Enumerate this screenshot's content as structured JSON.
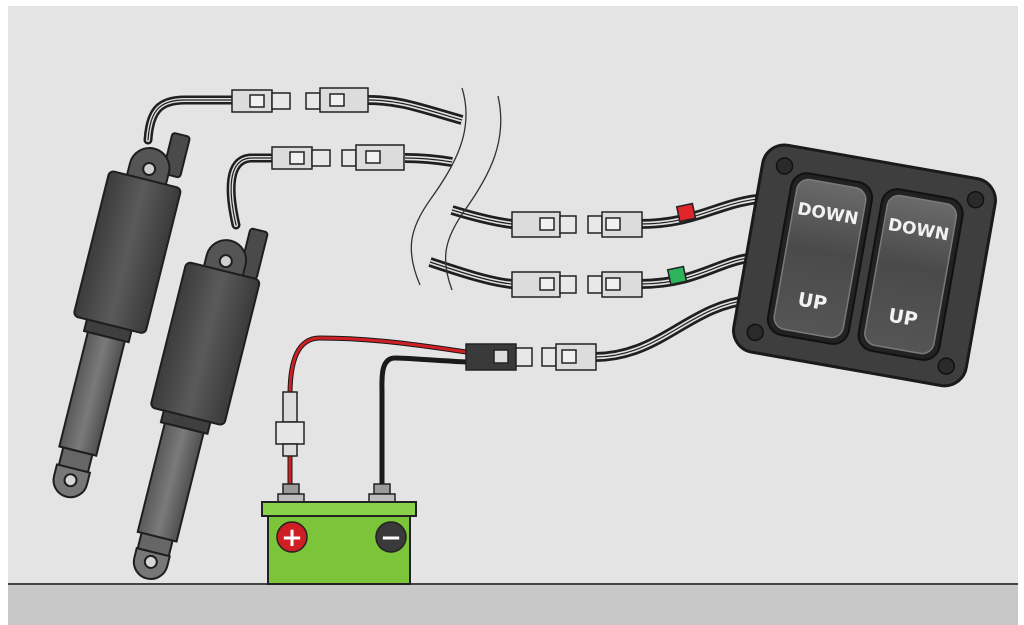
{
  "switch_panel": {
    "rockers": [
      {
        "top_label": "DOWN",
        "bottom_label": "UP"
      },
      {
        "top_label": "DOWN",
        "bottom_label": "UP"
      }
    ]
  },
  "battery": {
    "positive_symbol": "+",
    "negative_symbol": "−"
  },
  "colors": {
    "background": "#e4e4e4",
    "floor": "#c8c8c8",
    "actuator": "#4a4a4a",
    "switch_panel": "#3e3e3e",
    "battery_body": "#7cc43a",
    "positive_wire": "#d01f24",
    "negative_wire": "#1a1a1a",
    "indicator_red": "#e0252a",
    "indicator_green": "#2db35a"
  },
  "icons": {
    "wire_connector": "connector-icon",
    "break_marks": "wire-break-icon"
  }
}
